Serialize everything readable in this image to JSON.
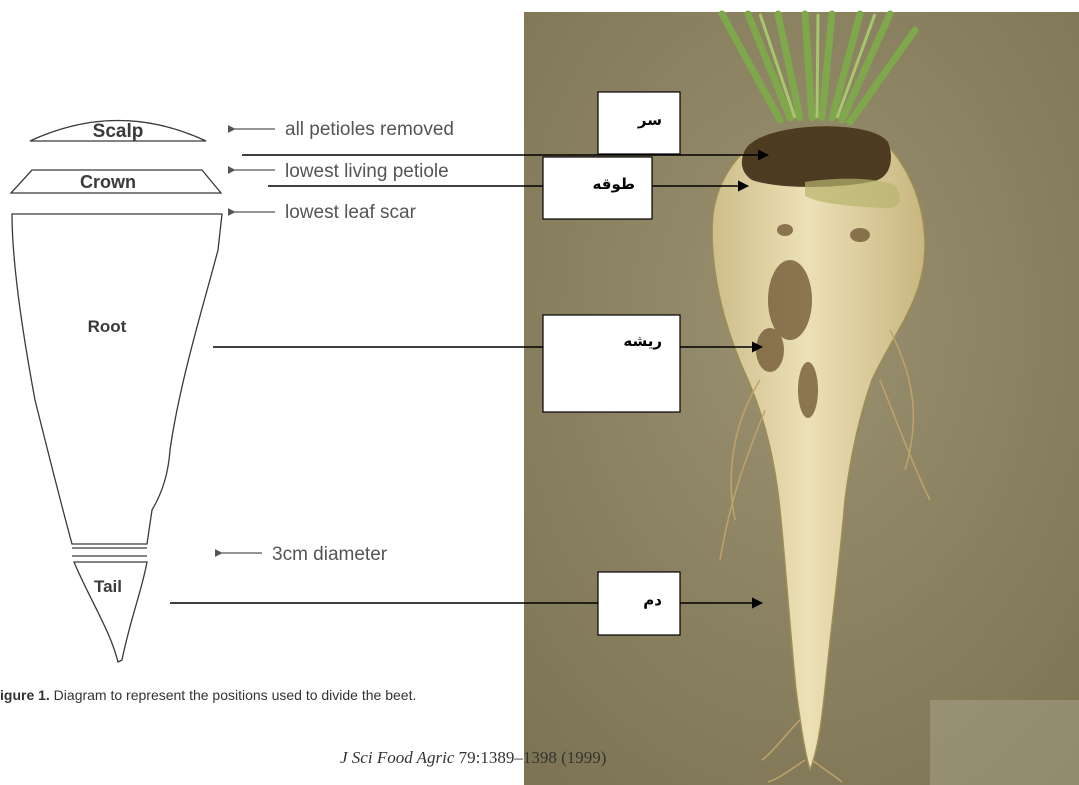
{
  "diagram": {
    "parts": {
      "scalp": "Scalp",
      "crown": "Crown",
      "root": "Root",
      "tail": "Tail"
    },
    "annotations": {
      "petioles_removed": "all petioles removed",
      "lowest_living_petiole": "lowest living petiole",
      "lowest_leaf_scar": "lowest leaf scar",
      "diameter": "3cm diameter"
    },
    "caption_prefix": "igure 1.",
    "caption_text": " Diagram to represent the positions used to divide the beet.",
    "citation": {
      "journal": "J Sci Food Agric",
      "reference": " 79:1389–1398 (1999)"
    }
  },
  "photo_labels": {
    "head": "سر",
    "crown": "طوقه",
    "root": "ریشه",
    "tail": "دم"
  },
  "colors": {
    "photo_background": "#8d8460",
    "beet_body": "#e4d6a6",
    "leaves": "#7fa84c",
    "label_box": "#ffffff"
  }
}
